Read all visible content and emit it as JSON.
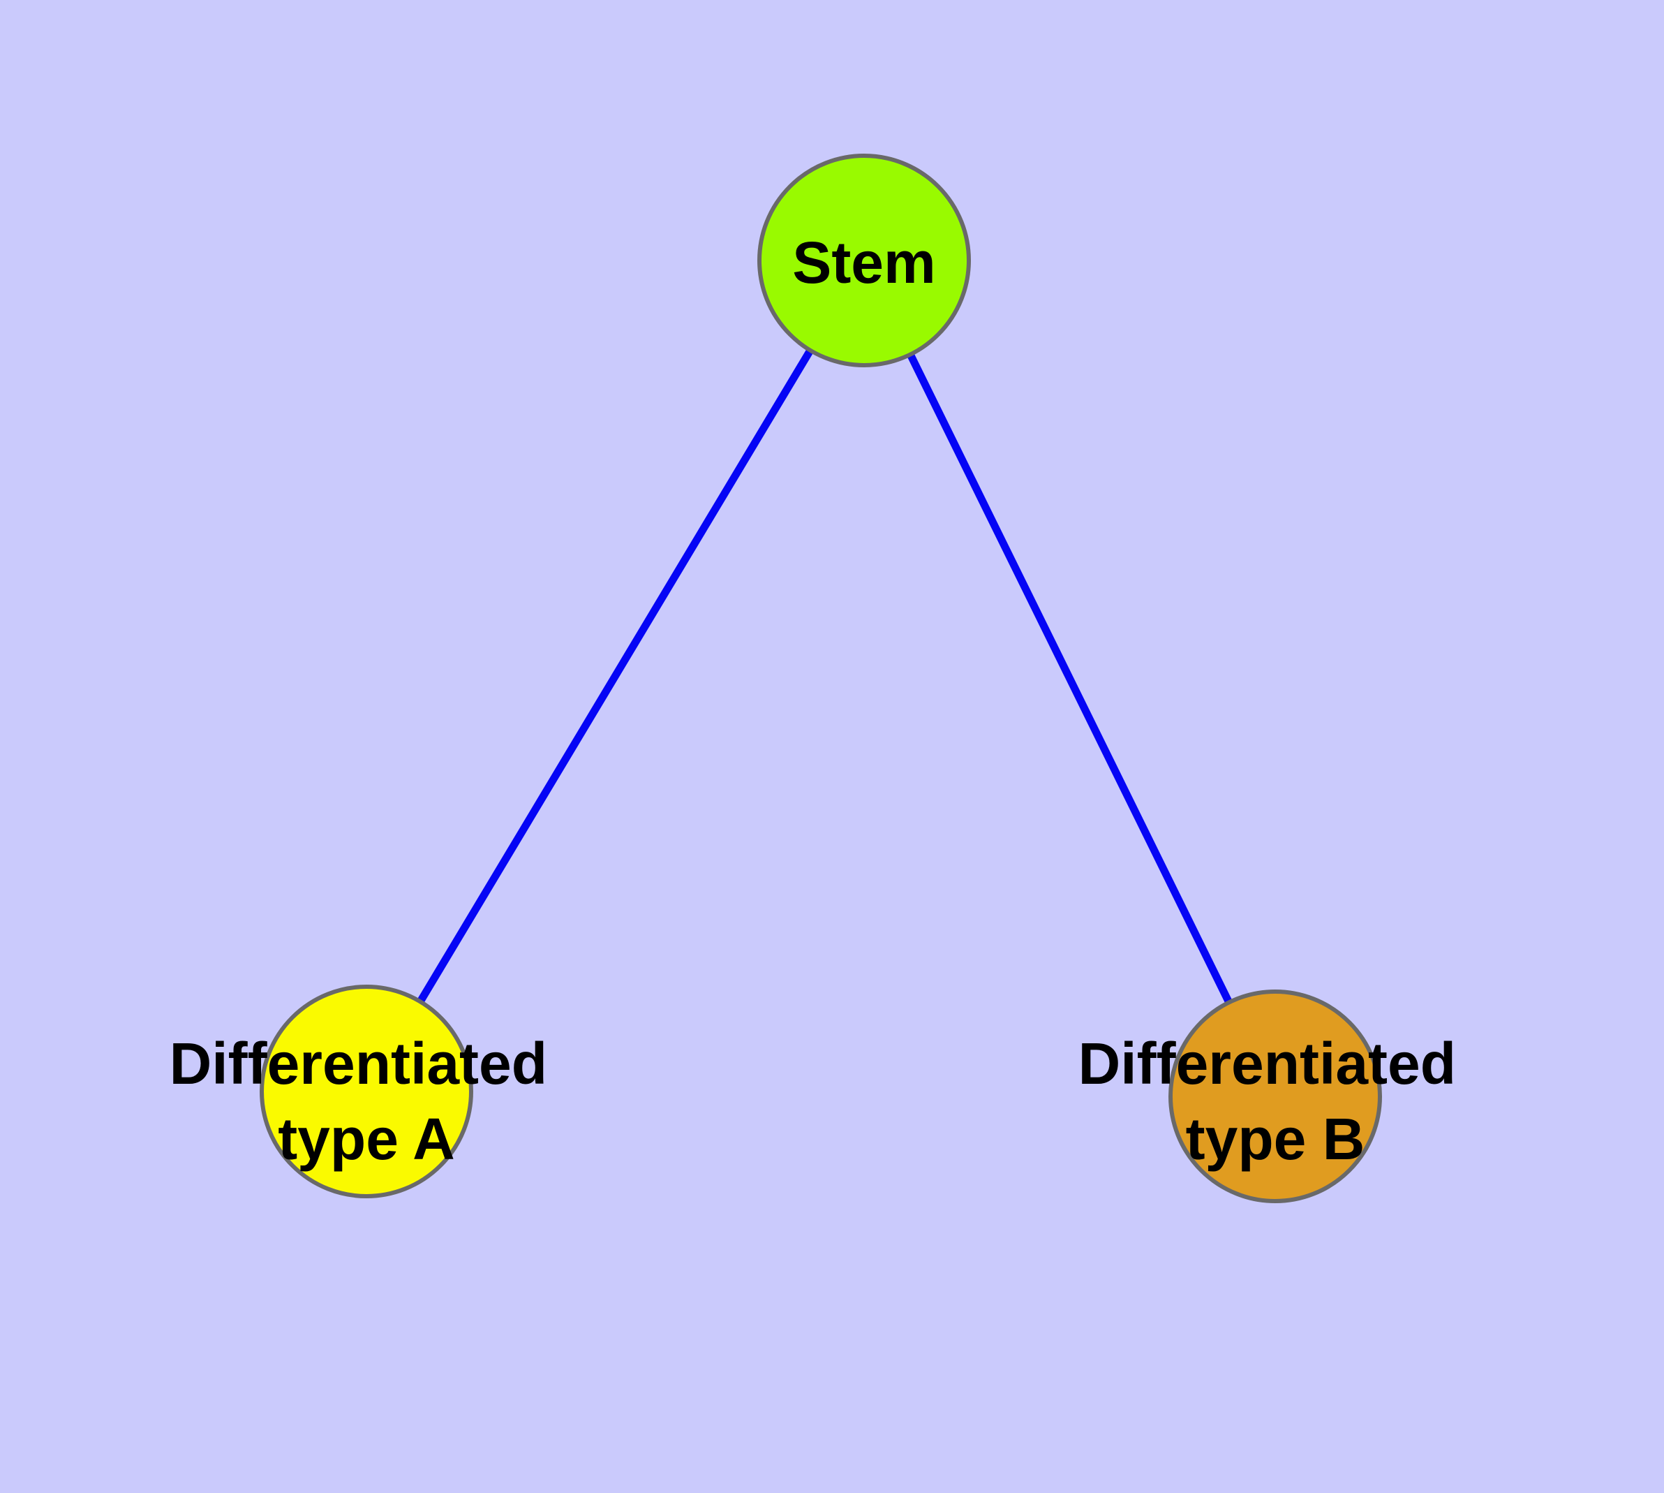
{
  "diagram": {
    "background_color": "#CACAFC",
    "edge_color": "#0505F5",
    "node_border_color": "#696969",
    "label_color": "#000000",
    "nodes": [
      {
        "id": "stem",
        "label": "Stem",
        "fill_color": "#99FA00"
      },
      {
        "id": "differentiated-type-a",
        "label_line1": "Differentiated",
        "label_line2": "type A",
        "fill_color": "#FAFA00"
      },
      {
        "id": "differentiated-type-b",
        "label_line1": "Differentiated",
        "label_line2": "type B",
        "fill_color": "#E09C20"
      }
    ],
    "edges": [
      {
        "from": "stem",
        "to": "differentiated-type-a"
      },
      {
        "from": "stem",
        "to": "differentiated-type-b"
      }
    ]
  }
}
